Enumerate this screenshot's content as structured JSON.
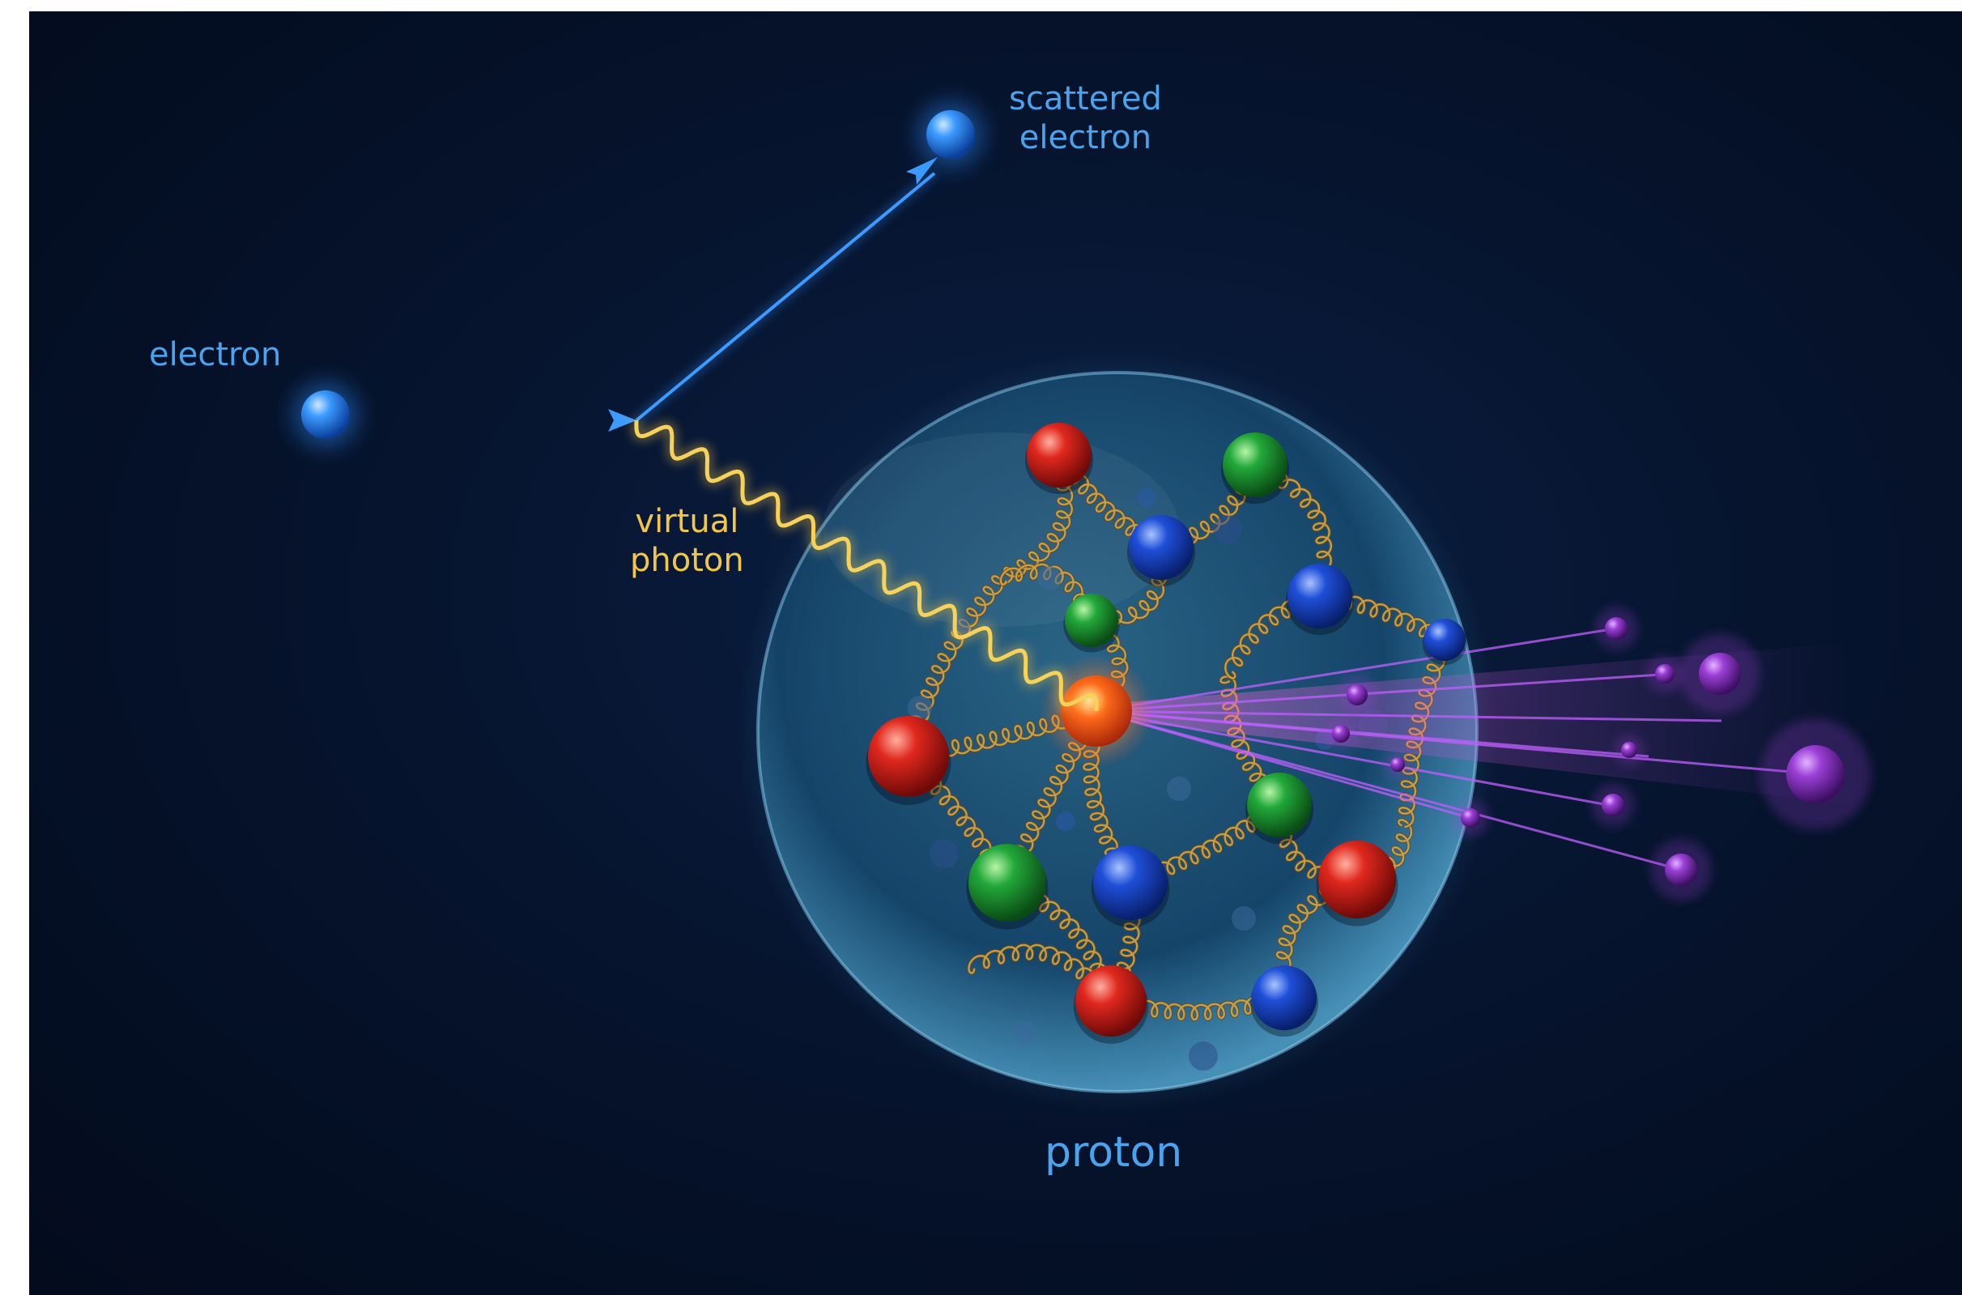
{
  "labels": {
    "electron": "electron",
    "scattered_line1": "scattered",
    "scattered_line2": "electron",
    "photon_line1": "virtual",
    "photon_line2": "photon",
    "proton": "proton"
  },
  "colors": {
    "background": "#06142e",
    "electron": "#2f8fff",
    "photon": "#f2c64a",
    "gluon": "#c8963a",
    "quark_red": "#e0281e",
    "quark_green": "#22a83a",
    "quark_blue": "#1f4fd8",
    "struck_quark": "#ff6a1a",
    "jet": "#9b3fd6",
    "proton_shell": "#5ba7c9"
  },
  "icons": [
    "electron-sphere",
    "scattered-electron-sphere",
    "photon-wave",
    "proton-sphere",
    "quark-sphere",
    "gluon-coil",
    "hadron-sphere"
  ]
}
